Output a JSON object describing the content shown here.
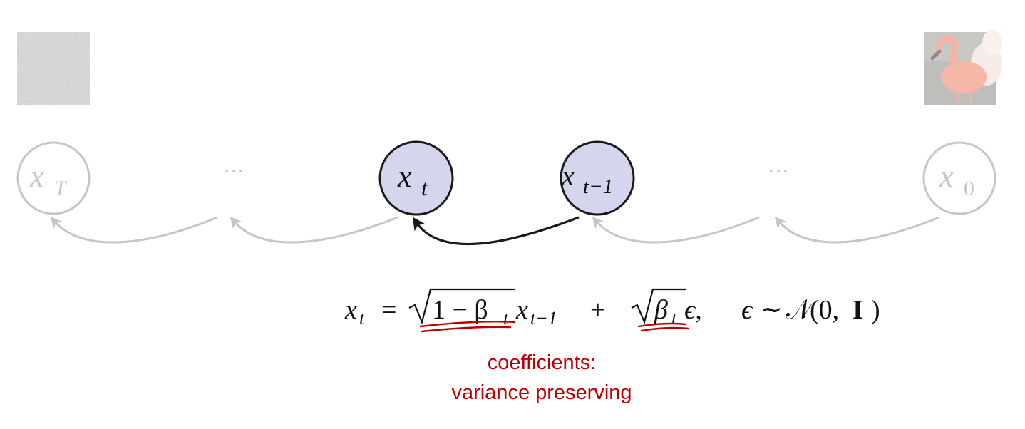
{
  "colors": {
    "faded": "#c6c6c6",
    "active_fill": "#d6d5ee",
    "active_stroke": "#1a1a1a",
    "annotation": "#c00000",
    "text": "#111111"
  },
  "nodes": [
    {
      "id": "xT",
      "base": "x",
      "sub": "T",
      "state": "faded"
    },
    {
      "id": "dots-left",
      "dots": "···",
      "state": "faded"
    },
    {
      "id": "xt",
      "base": "x",
      "sub": "t",
      "state": "active"
    },
    {
      "id": "xtm1",
      "base": "x",
      "sub": "t−1",
      "state": "active"
    },
    {
      "id": "dots-right",
      "dots": "···",
      "state": "faded"
    },
    {
      "id": "x0",
      "base": "x",
      "sub": "0",
      "state": "faded"
    }
  ],
  "equation": {
    "lhs": "x",
    "lhs_sub": "t",
    "equals": "=",
    "sqrt1_content": "1 − β",
    "sqrt1_sub": "t",
    "term1": "x",
    "term1_sub": "t−1",
    "plus": "+",
    "sqrt2_content": "β",
    "sqrt2_sub": "t",
    "eps": "ϵ,",
    "noise_eps": "ϵ",
    "sim": "∼",
    "normal": "𝒩",
    "normal_args_open": "(0,",
    "identity": "I",
    "normal_args_close": ")"
  },
  "annotation": {
    "line1": "coefficients:",
    "line2": "variance preserving"
  },
  "images": [
    {
      "name": "noise-image",
      "description": "noise"
    },
    {
      "name": "flamingo-image",
      "description": "flamingo"
    }
  ]
}
